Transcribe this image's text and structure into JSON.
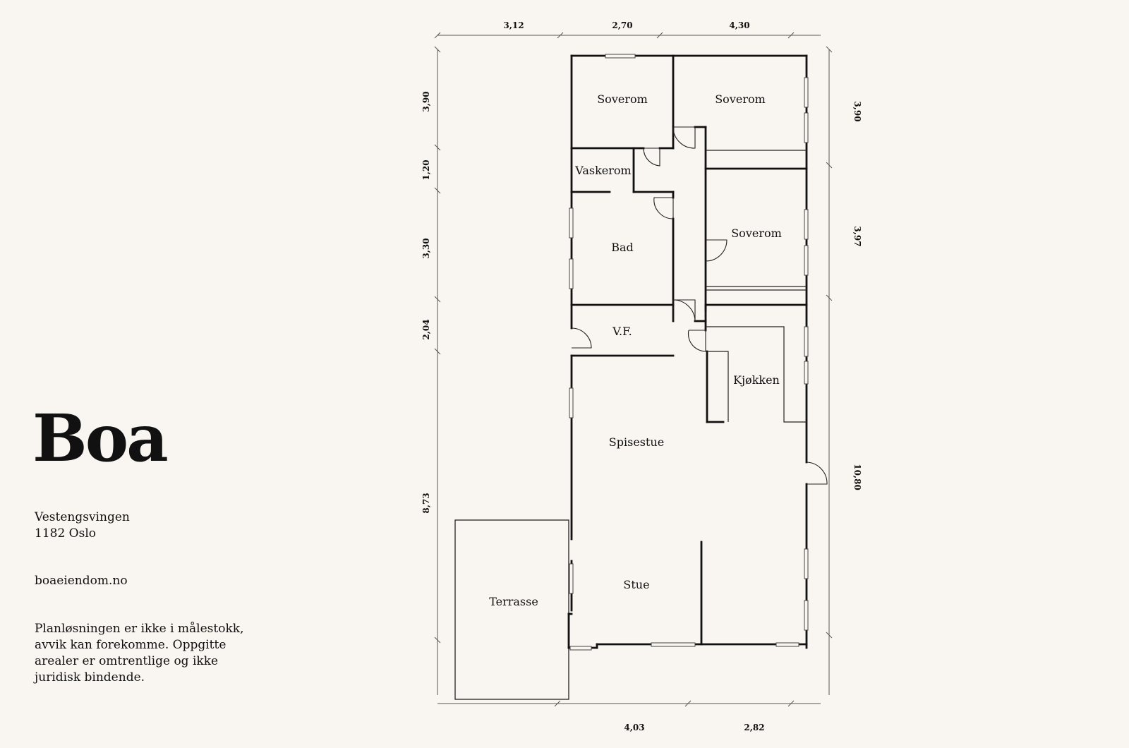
{
  "brand": {
    "name": "Boa",
    "street": "Vestengsvingen",
    "postal": "1182 Oslo",
    "website": "boaeiendom.no",
    "disclaimer": "Planløsningen er ikke i målestokk, avvik kan forekomme. Oppgitte arealer er omtrentlige og ikke juridisk bindende."
  },
  "dimensions": {
    "top": [
      "3,12",
      "2,70",
      "4,30"
    ],
    "bottom": [
      "4,03",
      "2,82"
    ],
    "left": [
      "3,90",
      "1,20",
      "3,30",
      "2,04",
      "8,73"
    ],
    "right": [
      "3,90",
      "3,97",
      "10,80"
    ]
  },
  "rooms": {
    "bedroom_1": "Soverom",
    "bedroom_2": "Soverom",
    "bedroom_3": "Soverom",
    "laundry": "Vaskerom",
    "bathroom": "Bad",
    "wc": "V.F.",
    "kitchen": "Kjøkken",
    "dining": "Spisestue",
    "living": "Stue",
    "terrace": "Terrasse"
  },
  "colors": {
    "background": "#f9f6f1",
    "wall": "#111111"
  }
}
